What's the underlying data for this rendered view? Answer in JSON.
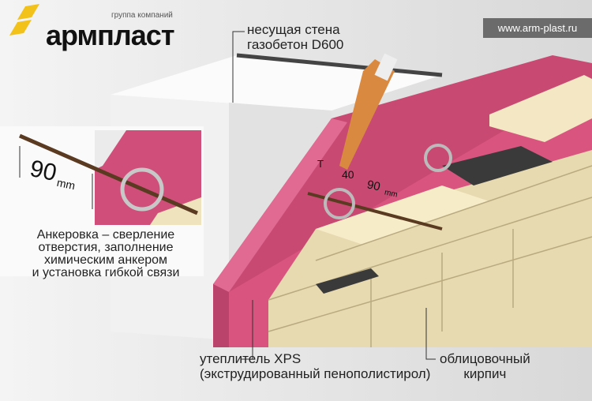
{
  "brand": {
    "subtitle": "группа компаний",
    "name": "армпласт"
  },
  "url": "www.arm-plast.ru",
  "labels": {
    "wall": [
      "несущая стена",
      "газобетон D600"
    ],
    "insulation": [
      "утеплитель XPS",
      "(экструдированный пенополистирол)"
    ],
    "brick": [
      "облицовочный",
      "кирпич"
    ]
  },
  "inset": {
    "dimension_value": "90",
    "dimension_unit": "mm",
    "caption": [
      "Анкеровка – сверление",
      "отверстия, заполнение",
      "химическим анкером",
      "и установка гибкой связи"
    ]
  },
  "dimensions": {
    "t": "T",
    "d1": "40",
    "d2": "90",
    "unit": "mm"
  },
  "colors": {
    "logo": "#f2c21a",
    "insulation": "#d9557f",
    "brick": "#efe3bd",
    "concrete": "#f4f4f4"
  }
}
